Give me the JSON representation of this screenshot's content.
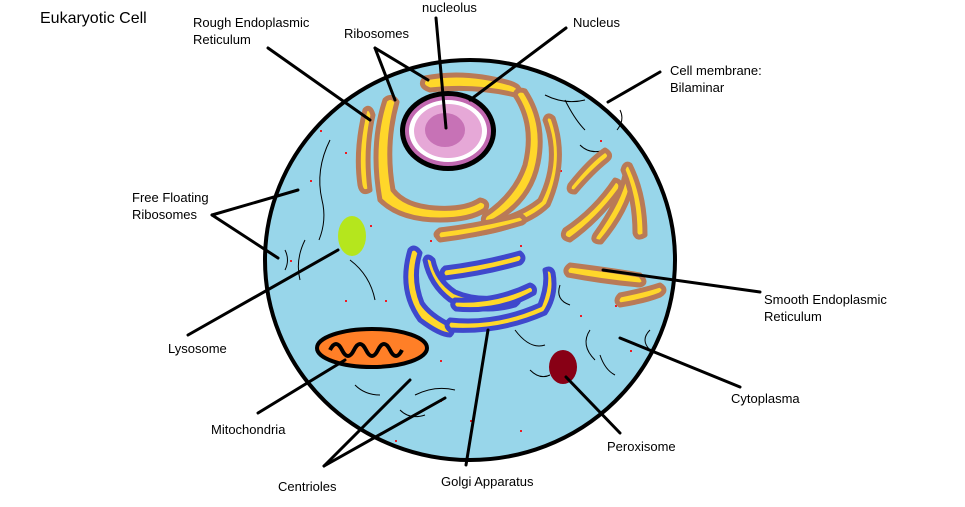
{
  "title": "Eukaryotic Cell",
  "labels": {
    "rough_er_line1": "Rough Endoplasmic",
    "rough_er_line2": "Reticulum",
    "ribosomes": "Ribosomes",
    "nucleolus": "nucleolus",
    "nucleus": "Nucleus",
    "cell_membrane_line1": "Cell membrane:",
    "cell_membrane_line2": "Bilaminar",
    "free_ribosomes_line1": "Free Floating",
    "free_ribosomes_line2": "Ribosomes",
    "smooth_er_line1": "Smooth Endoplasmic",
    "smooth_er_line2": "Reticulum",
    "lysosome": "Lysosome",
    "mitochondria": "Mitochondria",
    "cytoplasma": "Cytoplasma",
    "peroxisome": "Peroxisome",
    "centrioles": "Centrioles",
    "golgi": "Golgi Apparatus"
  },
  "colors": {
    "cytoplasm": "#98d6ea",
    "membrane": "#000000",
    "er_fill": "#ffd72a",
    "er_outline": "#b97a57",
    "golgi_outline": "#3f48cc",
    "nucleus_inner": "#e6a8d7",
    "nucleolus": "#c168b0",
    "lysosome": "#b5e61d",
    "mitochondria": "#ff7f27",
    "peroxisome": "#880015",
    "ribosome_dots": "#ed1c24"
  }
}
